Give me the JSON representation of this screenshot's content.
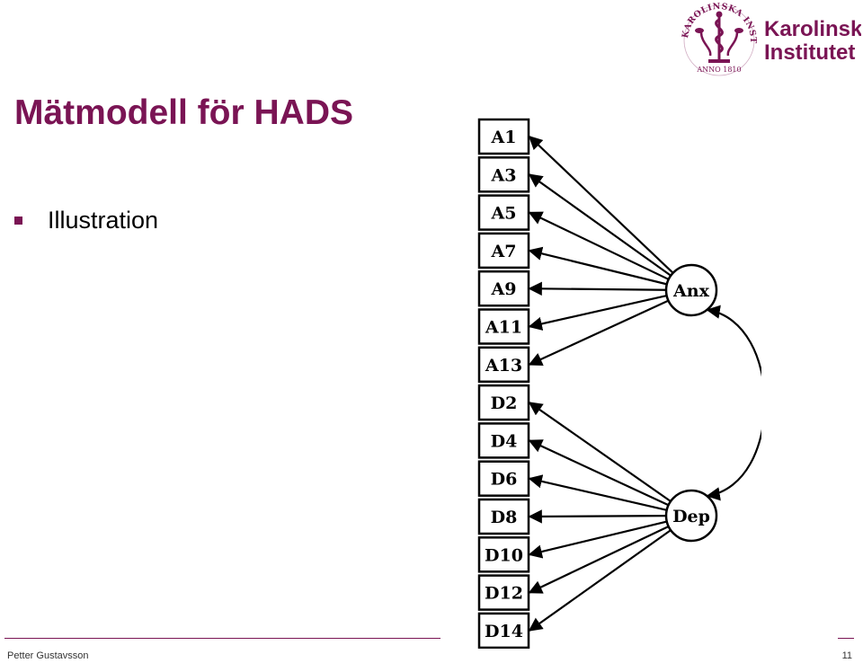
{
  "slide": {
    "title": "Mätmodell för HADS",
    "bullets": [
      "Illustration"
    ]
  },
  "logo": {
    "seal_text": "KAROLINSKA INSTITUTET · ANNO 1810",
    "name_line1": "Karolinska",
    "name_line2": "Institutet",
    "color": "#7a1454"
  },
  "diagram": {
    "items": [
      "A1",
      "A3",
      "A5",
      "A7",
      "A9",
      "A11",
      "A13",
      "D2",
      "D4",
      "D6",
      "D8",
      "D10",
      "D12",
      "D14"
    ],
    "factors": [
      {
        "label": "Anx",
        "items": [
          "A1",
          "A3",
          "A5",
          "A7",
          "A9",
          "A11",
          "A13"
        ]
      },
      {
        "label": "Dep",
        "items": [
          "D2",
          "D4",
          "D6",
          "D8",
          "D10",
          "D12",
          "D14"
        ]
      }
    ],
    "correlation": [
      "Anx",
      "Dep"
    ]
  },
  "footer": {
    "author": "Petter Gustavsson",
    "page": "11"
  },
  "colors": {
    "accent": "#7a1454",
    "text": "#000000"
  }
}
